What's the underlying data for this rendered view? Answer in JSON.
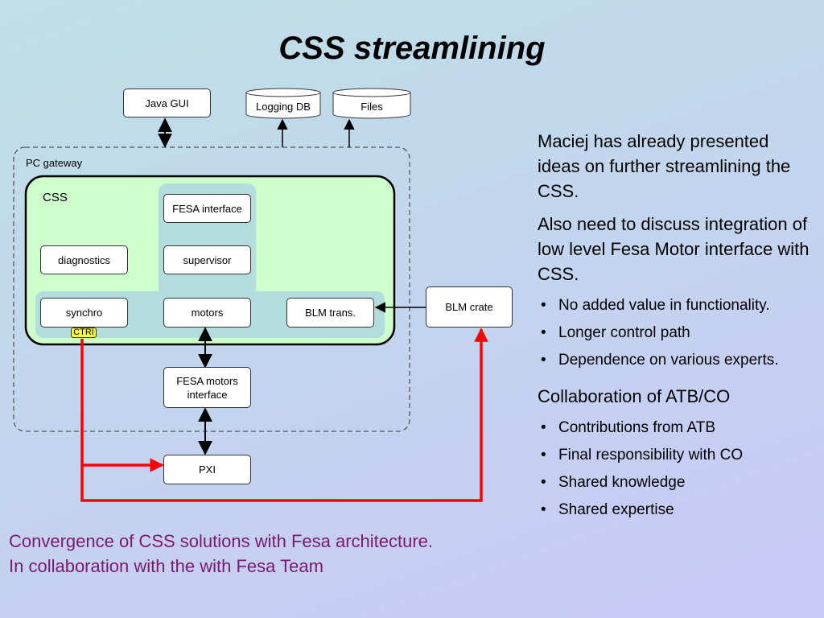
{
  "slide": {
    "title": "CSS streamlining"
  },
  "diagram": {
    "java_gui": "Java GUI",
    "logging_db": "Logging DB",
    "files": "Files",
    "pc_gateway": "PC gateway",
    "css": "CSS",
    "fesa_interface": "FESA interface",
    "diagnostics": "diagnostics",
    "supervisor": "supervisor",
    "synchro": "synchro",
    "motors": "motors",
    "blm_trans": "BLM trans.",
    "blm_crate": "BLM crate",
    "ctri": "CTRI",
    "fesa_motors_line1": "FESA motors",
    "fesa_motors_line2": "interface",
    "pxi": "PXI"
  },
  "bottom_note": {
    "line1": "Convergence of CSS solutions with Fesa architecture.",
    "line2": "In collaboration with the with Fesa Team"
  },
  "right_text": {
    "para1": "Maciej has already presented ideas on further streamlining the CSS.",
    "para2": "Also need to discuss integration of low level Fesa Motor interface with CSS.",
    "bullets1": [
      "No added value in functionality.",
      "Longer control path",
      "Dependence on various experts."
    ],
    "heading2": "Collaboration of ATB/CO",
    "bullets2": [
      "Contributions from ATB",
      "Final responsibility with CO",
      "Shared knowledge",
      "Shared expertise"
    ]
  },
  "colors": {
    "css_fill": "#ccffcc",
    "teal_fill": "#b3dcdc",
    "signal_red": "#ff0000",
    "ctri_yellow": "#ffff33",
    "note_purple": "#7a1a6e"
  }
}
